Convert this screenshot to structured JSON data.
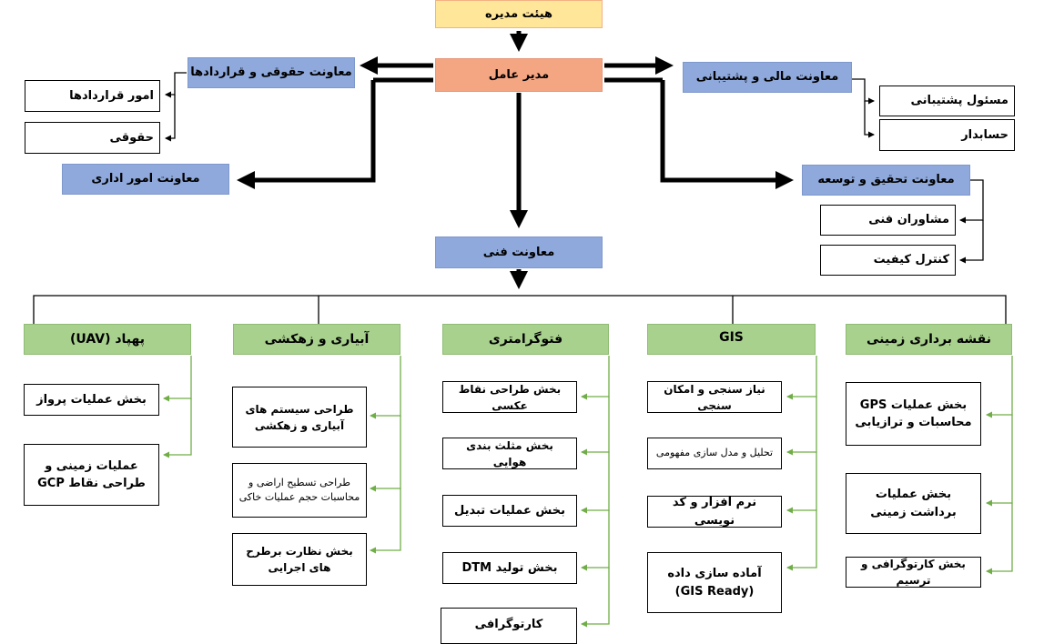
{
  "colors": {
    "board": "#ffe699",
    "ceo": "#f4a582",
    "deputy": "#8fa9dc",
    "dept": "#a9d18e",
    "connector_green": "#70ad47",
    "arrow": "#000000"
  },
  "board": "هیئت مدیره",
  "ceo": "مدیر عامل",
  "deputies": {
    "legal": "معاونت حقوقی و قراردادها",
    "admin": "معاونت امور اداری",
    "finance": "معاونت مالی و پشتیبانی",
    "research": "معاونت تحقیق و توسعه",
    "technical": "معاونت فنی"
  },
  "legal_units": [
    "امور قراردادها",
    "حقوقی"
  ],
  "finance_units": [
    "مسئول پشتیبانی",
    "حسابدار"
  ],
  "research_units": [
    "مشاوران فنی",
    "کنترل کیفیت"
  ],
  "departments": {
    "survey": {
      "title": "نقشه برداری زمینی",
      "units": [
        "بخش عملیات GPS محاسبات و ترازیابی",
        "بخش عملیات برداشت زمینی",
        "بخش کارتوگرافی و ترسیم"
      ]
    },
    "gis": {
      "title": "GIS",
      "units": [
        "نیاز سنجی و امکان سنجی",
        "تحلیل و مدل سازی مفهومی",
        "نرم افزار و کد نویسی",
        "آماده سازی داده (GIS Ready)"
      ]
    },
    "photo": {
      "title": "فتوگرامتری",
      "units": [
        "بخش طراحی نقاط عکسی",
        "بخش مثلث بندی هوایی",
        "بخش عملیات تبدیل",
        "بخش تولید DTM",
        "کارتوگرافی"
      ]
    },
    "irrigation": {
      "title": "آبیاری و زهکشی",
      "units": [
        "طراحی سیستم های آبیاری و زهکشی",
        "طراحی تسطیح اراضی و محاسبات حجم عملیات خاکی",
        "بخش نظارت برطرح های اجرایی"
      ]
    },
    "uav": {
      "title": "پهپاد (UAV)",
      "units": [
        "بخش عملیات پرواز",
        "عملیات زمینی و طراحی نقاط GCP"
      ]
    }
  }
}
